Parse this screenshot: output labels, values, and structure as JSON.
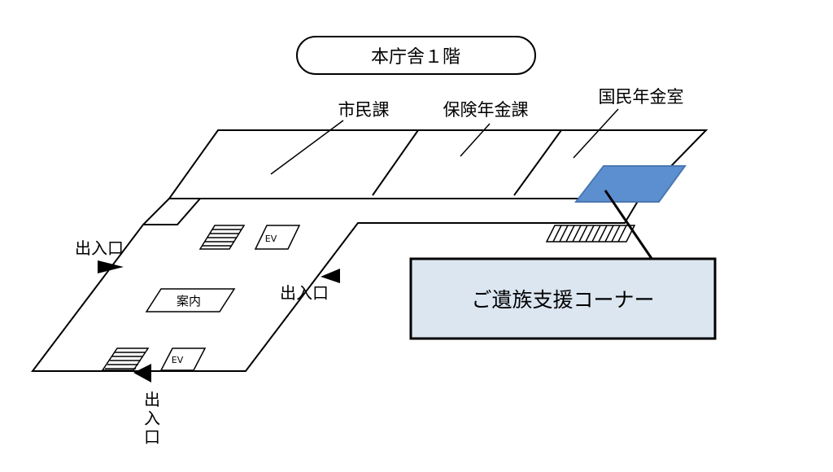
{
  "map": {
    "title": "本庁舎１階",
    "rooms": {
      "shimin": "市民課",
      "hoken": "保険年金課",
      "kokumin": "国民年金室"
    },
    "reception": "案内",
    "elevator_label": "EV",
    "entrances": {
      "left": "出入口",
      "middle": "出入口",
      "bottom": [
        "出",
        "入",
        "口"
      ]
    },
    "corner_label": "ご遺族支援コーナー"
  },
  "colors": {
    "highlight_fill": "#5b8fd0",
    "highlight_stroke": "#4a78b0",
    "corner_fill": "#dce6f1",
    "line": "#000000"
  }
}
